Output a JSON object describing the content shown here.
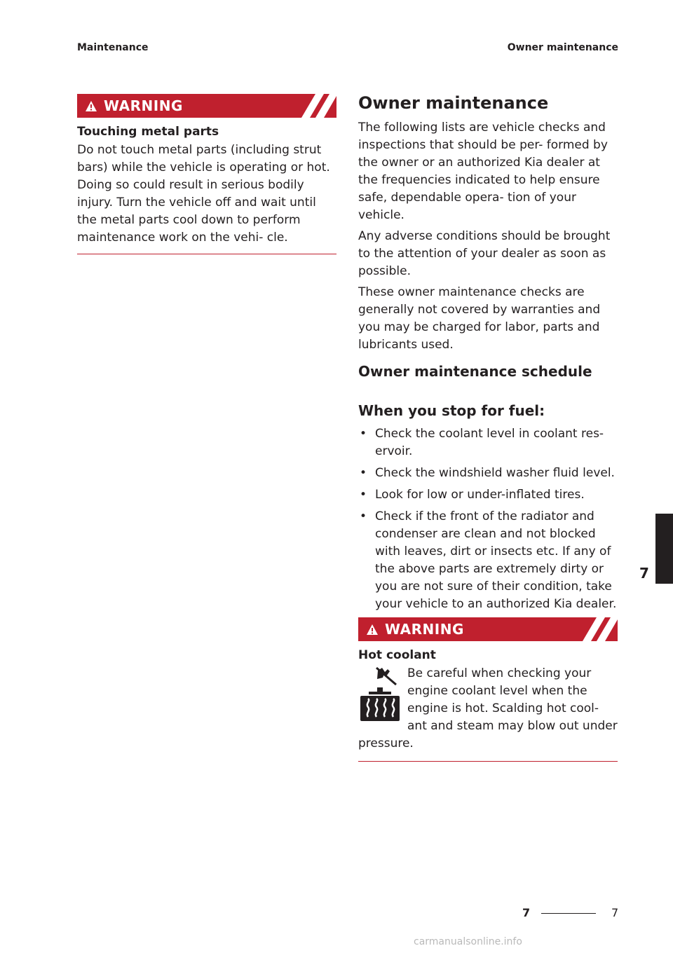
{
  "header": {
    "left": "Maintenance",
    "right": "Owner maintenance"
  },
  "left_column": {
    "warning_label": "WARNING",
    "warning_title": "Touching metal parts",
    "warning_body": "Do not touch metal parts (including strut bars) while the vehicle is operating or hot. Doing so could result in serious bodily injury. Turn the vehicle off and wait until the metal parts cool down to perform maintenance work on the vehi- cle."
  },
  "right_column": {
    "title": "Owner maintenance",
    "paragraphs": [
      "The following lists are vehicle checks and inspections that should be per- formed by the owner or an authorized Kia dealer at the frequencies indicated to help ensure safe, dependable opera- tion of your vehicle.",
      "Any adverse conditions should be brought to the attention of your dealer as soon as possible.",
      "These owner maintenance checks are generally not covered by warranties and you may be charged for labor, parts and lubricants used."
    ],
    "schedule_heading": "Owner maintenance schedule",
    "fuel_heading": "When you stop for fuel:",
    "fuel_items": [
      "Check the coolant level in coolant res- ervoir.",
      "Check the windshield washer fluid level.",
      "Look for low or under-inflated tires.",
      "Check if the front of the radiator and condenser are clean and not blocked with leaves, dirt or insects etc. If any of the above parts are extremely dirty or you are not sure of their condition, take your vehicle to an authorized Kia dealer."
    ],
    "warning_label": "WARNING",
    "warning_title": "Hot coolant",
    "warning_body": "Be careful when checking your engine coolant level when the engine is hot. Scalding hot cool- ant and steam may blow out under pressure.",
    "warning_icon": "hot-coolant-icon"
  },
  "side_tab": "7",
  "footer": {
    "left": "7",
    "right": "7"
  },
  "watermark": "carmanualsonline.info",
  "colors": {
    "warning_red": "#c0202e",
    "text": "#231f20"
  }
}
